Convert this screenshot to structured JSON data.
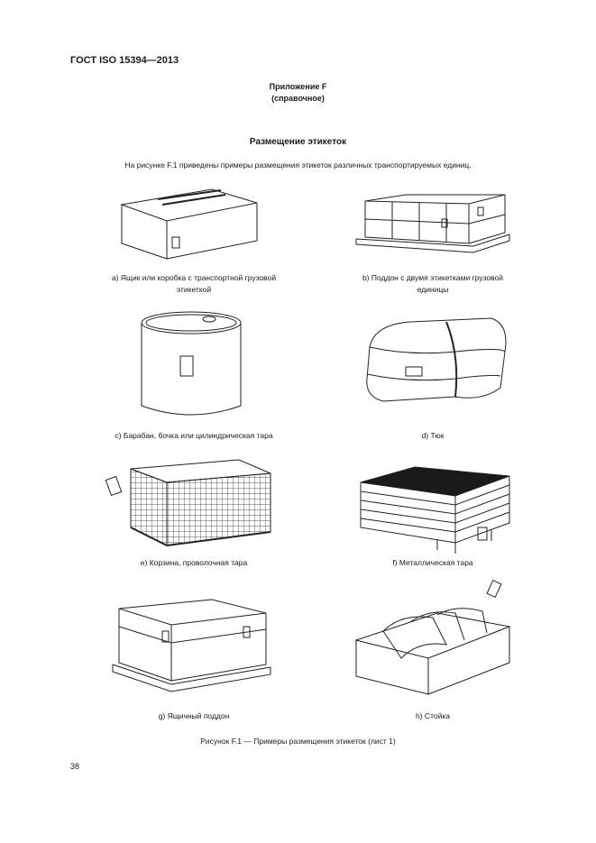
{
  "header": {
    "doc_id": "ГОСТ ISO 15394—2013"
  },
  "annex": {
    "title": "Приложение F",
    "subtitle": "(справочное)"
  },
  "section": {
    "heading": "Размещение этикеток",
    "intro": "На рисунке F.1 приведены примеры размещения этикеток различных транспортируемых единиц."
  },
  "figures": [
    {
      "caption_line1": "a) Ящик или коробка с транспортной грузовой",
      "caption_line2": "этикеткой"
    },
    {
      "caption_line1": "b) Поддон с двумя этикетками грузовой",
      "caption_line2": "единицы"
    },
    {
      "caption_line1": "c) Барабан, бочка или цилиндрическая тара"
    },
    {
      "caption_line1": "d) Тюк"
    },
    {
      "caption_line1": "e) Корзина, проволочная тара"
    },
    {
      "caption_line1": "f) Металлическая тара"
    },
    {
      "caption_line1": "g) Ящичный поддон"
    },
    {
      "caption_line1": "h) Стойка"
    }
  ],
  "figure_caption": "Рисунок F.1 — Примеры размещения этикеток (лист 1)",
  "page_number": "38"
}
